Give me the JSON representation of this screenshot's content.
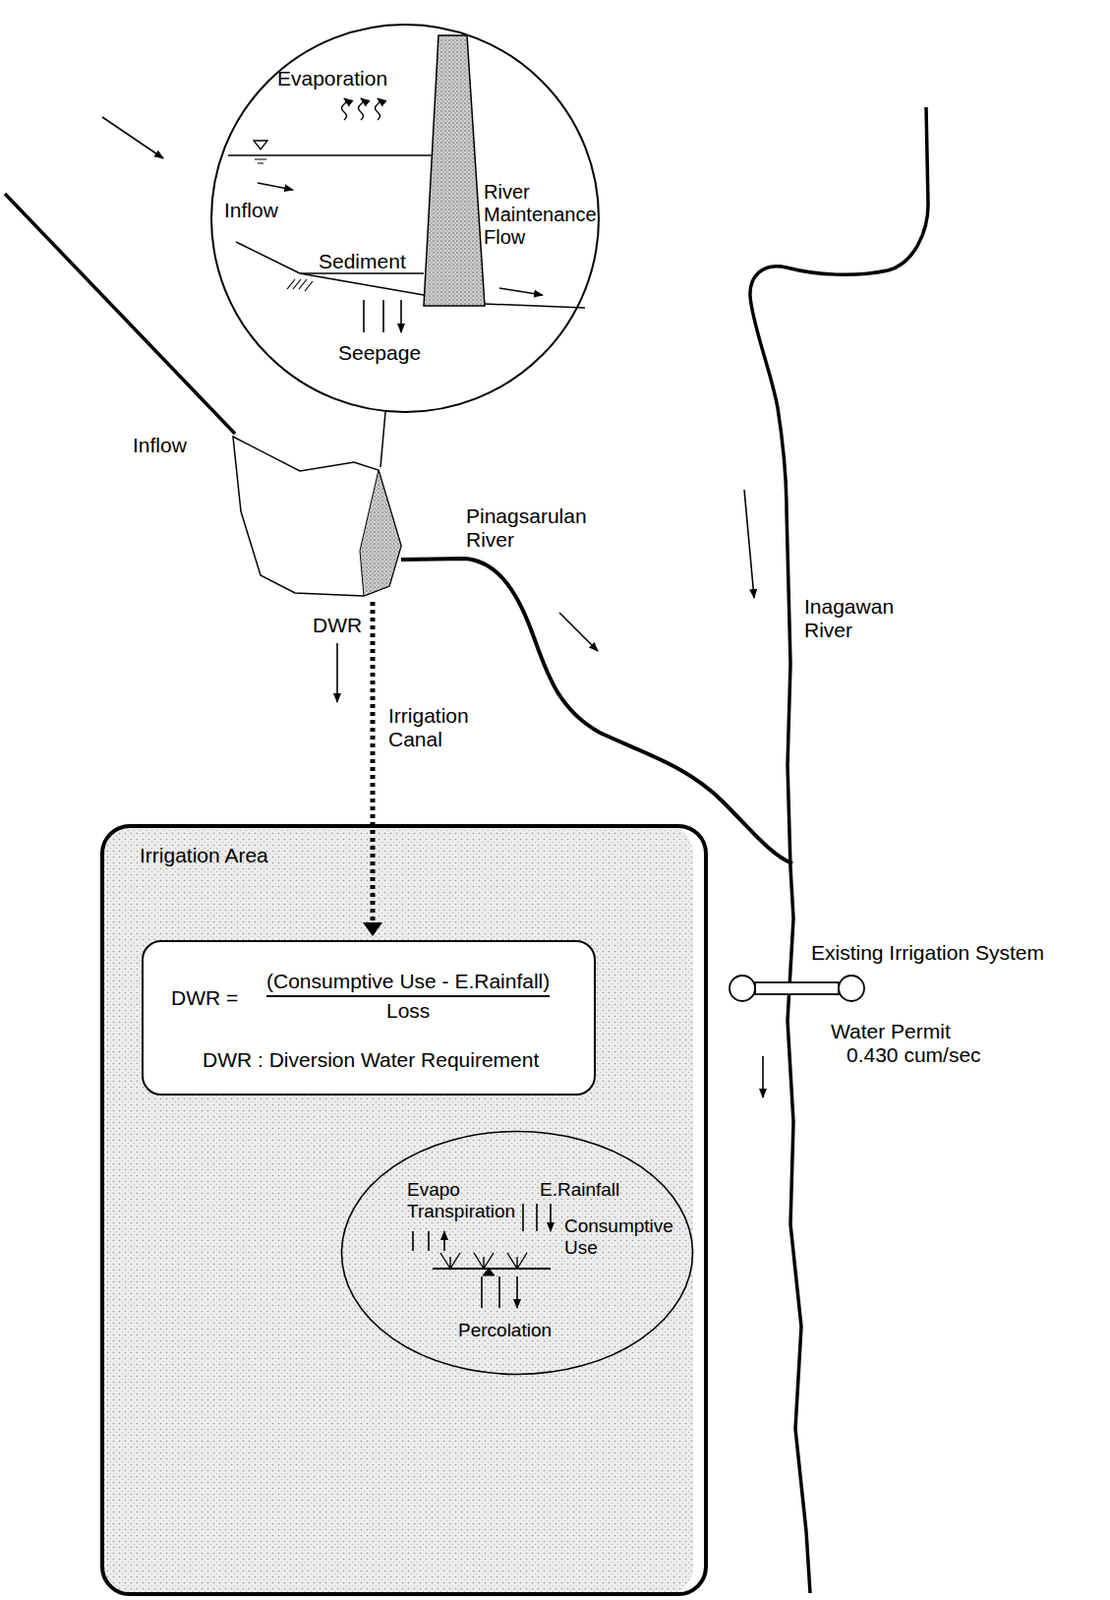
{
  "diagram": {
    "nodes": [
      {
        "text": [
          "Evaporation",
          "Inflow",
          "Sediment",
          "River Maintenance Flow",
          "Seepage"
        ]
      },
      {
        "text": [
          "Irrigation Area"
        ]
      },
      {
        "text": [
          "DWR =",
          "(Consumptive Use - E.Rainfall)",
          "Loss",
          "DWR : Diversion Water Requirement"
        ],
        "in": 1
      },
      {
        "text": [
          "Evapo Transpiration",
          "E.Rainfall",
          "Consumptive Use",
          "Percolation"
        ],
        "in": 1
      }
    ],
    "labels": [
      "Inflow",
      "DWR",
      "Irrigation Canal",
      "Pinagsarulan River",
      "Inagawan River",
      "Existing Irrigation System",
      "Water Permit 0.430 cum/sec"
    ]
  }
}
